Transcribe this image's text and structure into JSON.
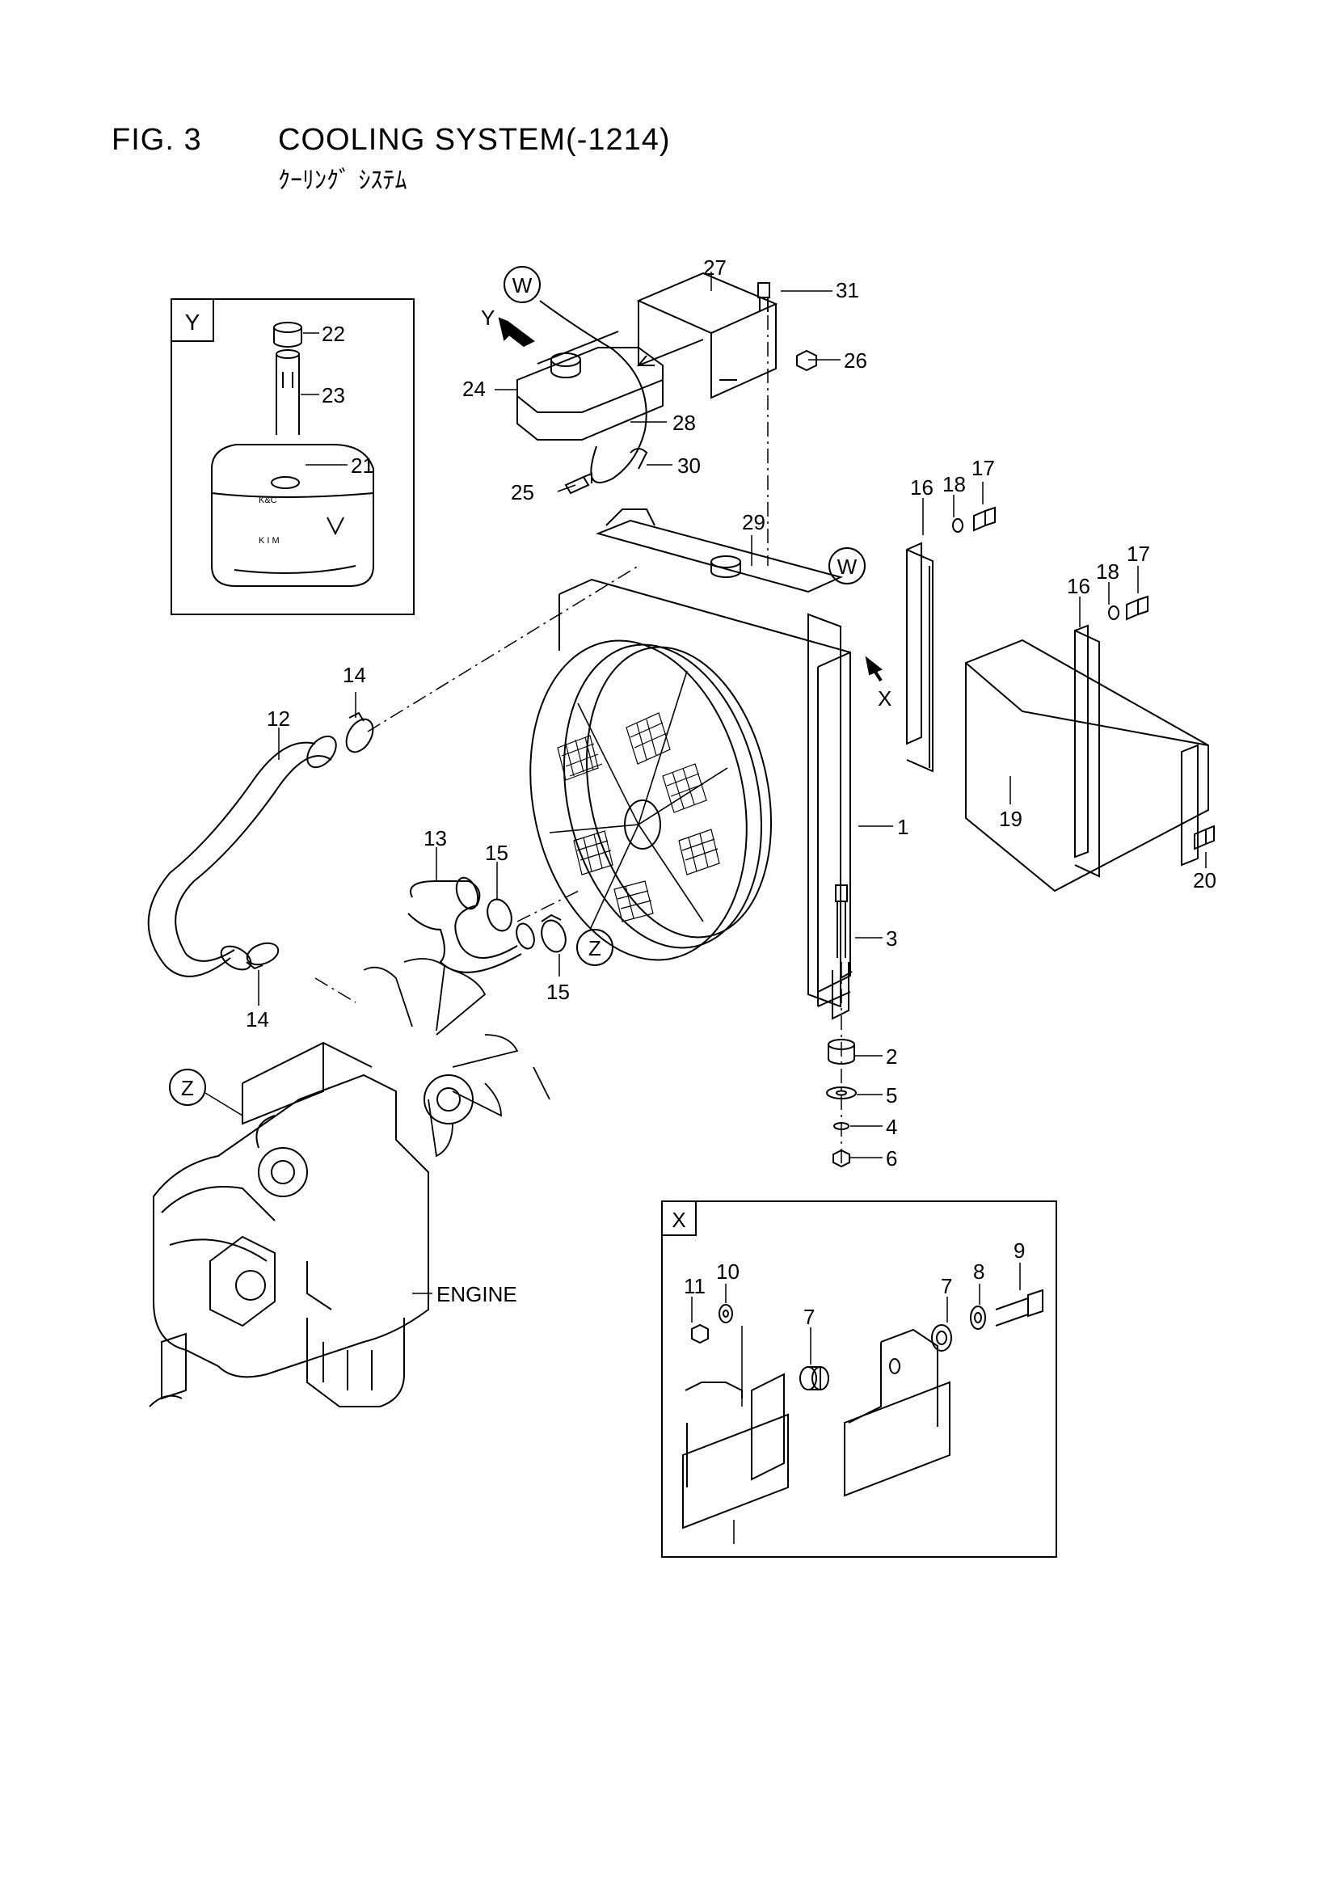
{
  "header": {
    "fig_number": "FIG. 3",
    "title": "COOLING SYSTEM(-1214)",
    "subtitle": "ｸｰﾘﾝｸﾞ ｼｽﾃﾑ"
  },
  "views": {
    "y": "Y",
    "x": "X",
    "w": "W",
    "z": "Z"
  },
  "callouts": {
    "p1": "1",
    "p2": "2",
    "p3": "3",
    "p4": "4",
    "p5": "5",
    "p6": "6",
    "p7": "7",
    "p8": "8",
    "p9": "9",
    "p10": "10",
    "p11": "11",
    "p12": "12",
    "p13": "13",
    "p14": "14",
    "p15": "15",
    "p16": "16",
    "p17": "17",
    "p18": "18",
    "p19": "19",
    "p20": "20",
    "p21": "21",
    "p22": "22",
    "p23": "23",
    "p24": "24",
    "p25": "25",
    "p26": "26",
    "p27": "27",
    "p28": "28",
    "p29": "29",
    "p30": "30",
    "p31": "31"
  },
  "engine_label": "ENGINE"
}
